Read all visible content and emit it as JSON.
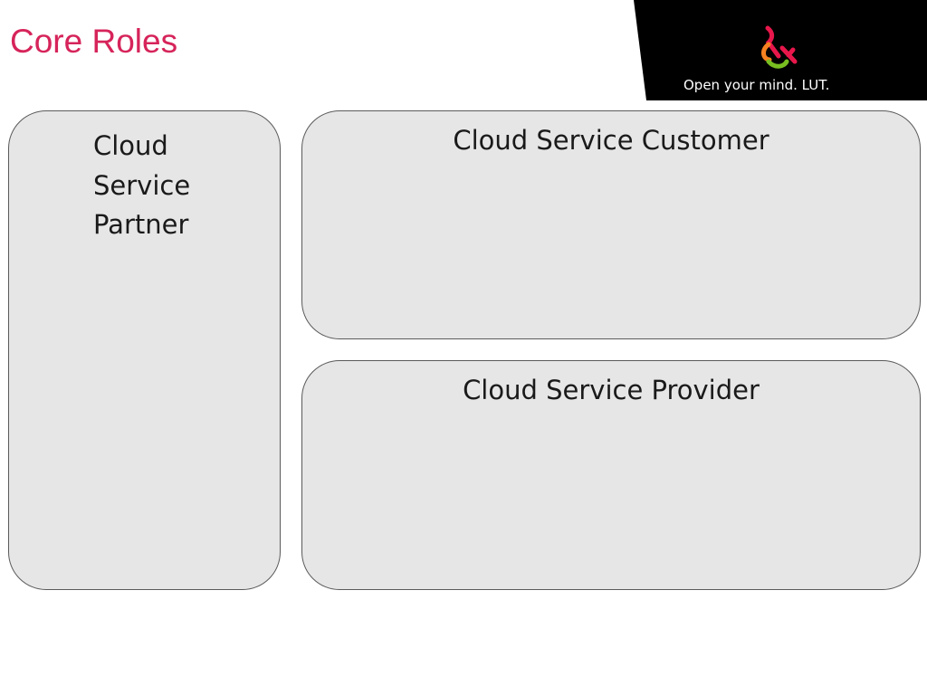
{
  "slide": {
    "title": "Core Roles",
    "title_color": "#d6245a"
  },
  "logo": {
    "tagline": "Open your mind. LUT.",
    "mark_icon": "ampersand-logo-icon",
    "colors": {
      "banner": "#000000",
      "mark_red": "#e8174b",
      "mark_orange": "#f58220",
      "mark_green": "#78be20"
    }
  },
  "roles": {
    "partner": {
      "line1": "Cloud",
      "line2": "Service",
      "line3": "Partner"
    },
    "customer": {
      "label": "Cloud Service Customer"
    },
    "provider": {
      "label": "Cloud Service Provider"
    },
    "box_fill": "#e6e6e6",
    "box_border": "#5a5a5a"
  }
}
